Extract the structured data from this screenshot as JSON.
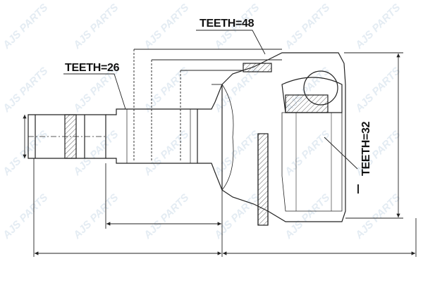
{
  "labels": {
    "teeth_outer": "TEETH=48",
    "teeth_spline": "TEETH=26",
    "teeth_inner": "TEETH=32"
  },
  "watermark": {
    "text": "AJS PARTS"
  },
  "colors": {
    "line": "#222222",
    "watermark": "#e4ecf3",
    "background": "#ffffff"
  }
}
